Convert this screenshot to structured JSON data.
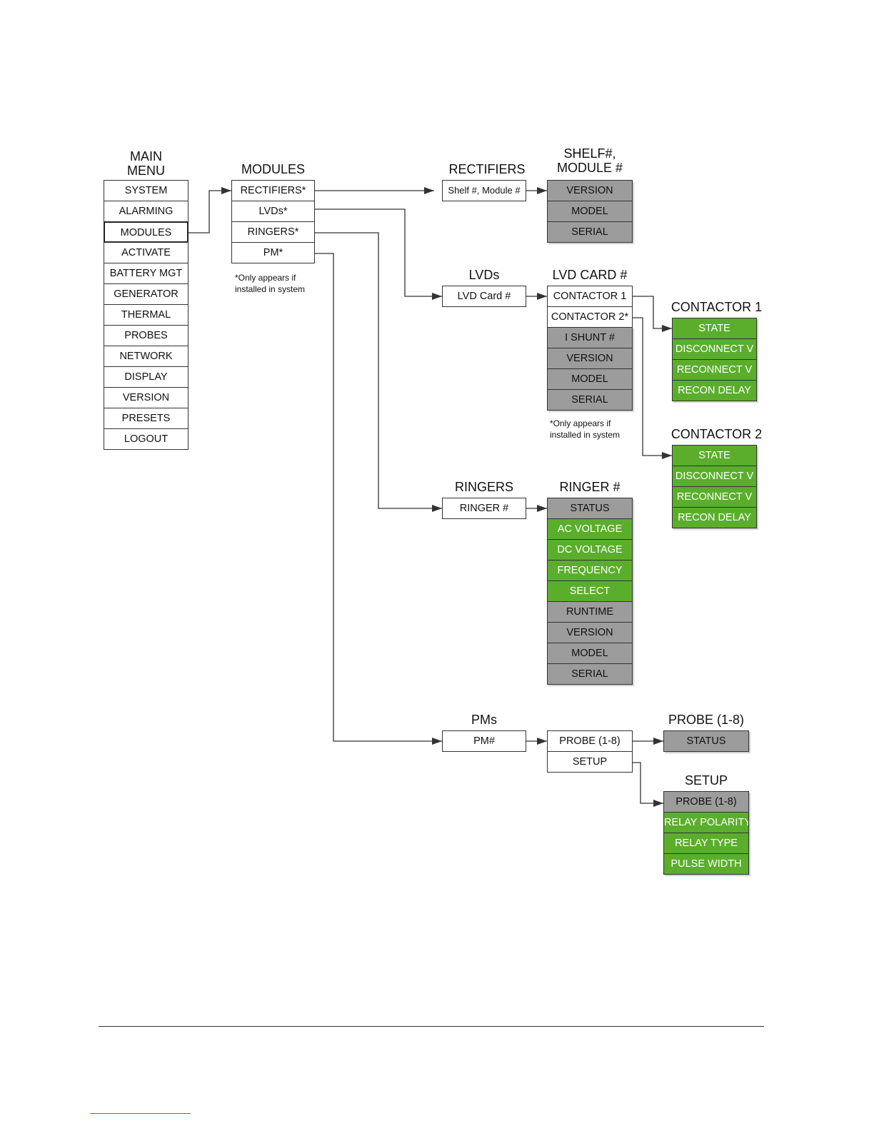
{
  "headers": {
    "main_menu": [
      "MAIN",
      "MENU"
    ],
    "modules": "MODULES",
    "rectifiers": "RECTIFIERS",
    "shelf_module": [
      "SHELF#,",
      "MODULE #"
    ],
    "lvds": "LVDs",
    "lvd_card": "LVD CARD #",
    "contactor1": "CONTACTOR 1",
    "contactor2": "CONTACTOR 2",
    "ringers": "RINGERS",
    "ringer_num": "RINGER #",
    "pms": "PMs",
    "probe_hdr": "PROBE (1-8)",
    "setup_hdr": "SETUP"
  },
  "main_menu_items": [
    "SYSTEM",
    "ALARMING",
    "MODULES",
    "ACTIVATE",
    "BATTERY MGT",
    "GENERATOR",
    "THERMAL",
    "PROBES",
    "NETWORK",
    "DISPLAY",
    "VERSION",
    "PRESETS",
    "LOGOUT"
  ],
  "modules_items": [
    "RECTIFIERS*",
    "LVDs*",
    "RINGERS*",
    "PM*"
  ],
  "modules_note": [
    "*Only appears if",
    "installed in system"
  ],
  "rectifiers_item": "Shelf #, Module #",
  "shelf_items": [
    "VERSION",
    "MODEL",
    "SERIAL"
  ],
  "lvds_item": "LVD Card #",
  "lvd_card_items": [
    "CONTACTOR 1",
    "CONTACTOR 2*",
    "I SHUNT #",
    "VERSION",
    "MODEL",
    "SERIAL"
  ],
  "lvd_note": [
    "*Only appears if",
    "installed in system"
  ],
  "contactor1_items": [
    "STATE",
    "DISCONNECT V",
    "RECONNECT V",
    "RECON DELAY"
  ],
  "contactor2_items": [
    "STATE",
    "DISCONNECT V",
    "RECONNECT V",
    "RECON DELAY"
  ],
  "ringers_item": "RINGER #",
  "ringer_items": [
    "STATUS",
    "AC VOLTAGE",
    "DC VOLTAGE",
    "FREQUENCY",
    "SELECT",
    "RUNTIME",
    "VERSION",
    "MODEL",
    "SERIAL"
  ],
  "pms_item": "PM#",
  "pm_items": [
    "PROBE (1-8)",
    "SETUP"
  ],
  "probe_items": [
    "STATUS"
  ],
  "setup_items": [
    "PROBE (1-8)",
    "RELAY POLARITY",
    "RELAY TYPE",
    "PULSE WIDTH"
  ],
  "colors": {
    "white_box": "#ffffff",
    "gray_box": "#9c9c9c",
    "green_box": "#5aae2c",
    "line": "#333333"
  }
}
